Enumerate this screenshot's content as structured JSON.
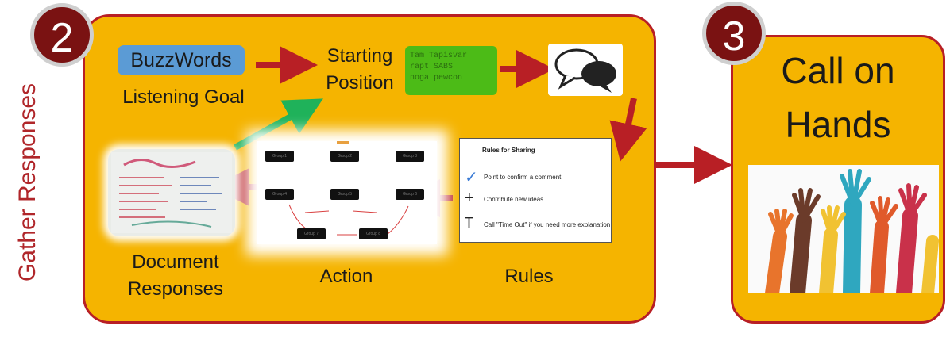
{
  "side_label": "Gather Responses",
  "step2": {
    "badge": "2",
    "buzz_text": "BuzzWords",
    "listening_goal": "Listening Goal",
    "starting_position_line1": "Starting",
    "starting_position_line2": "Position",
    "green_card_text": "Tam Tapisvar\nrapt SABS\nnoga pewcon",
    "document_line1": "Document",
    "document_line2": "Responses",
    "action": "Action",
    "rules": "Rules",
    "rules_card": {
      "title": "Rules for Sharing",
      "items": [
        {
          "icon": "✓",
          "text": "Point to confirm a comment"
        },
        {
          "icon": "+",
          "text": "Contribute new ideas."
        },
        {
          "icon": "T",
          "text": "Call \"Time Out\" if you need more explanation"
        }
      ]
    },
    "action_blocks": [
      "Group 1",
      "Group 2",
      "Group 3",
      "Group 4",
      "Group 5",
      "Group 6",
      "Group 7",
      "Group 8"
    ]
  },
  "step3": {
    "badge": "3",
    "title_line1": "Call on",
    "title_line2": "Hands"
  },
  "colors": {
    "panel": "#f5b400",
    "border": "#b81f25",
    "badge": "#7a1212",
    "arrow_red": "#b81f25",
    "arrow_green": "#1fb25a"
  }
}
